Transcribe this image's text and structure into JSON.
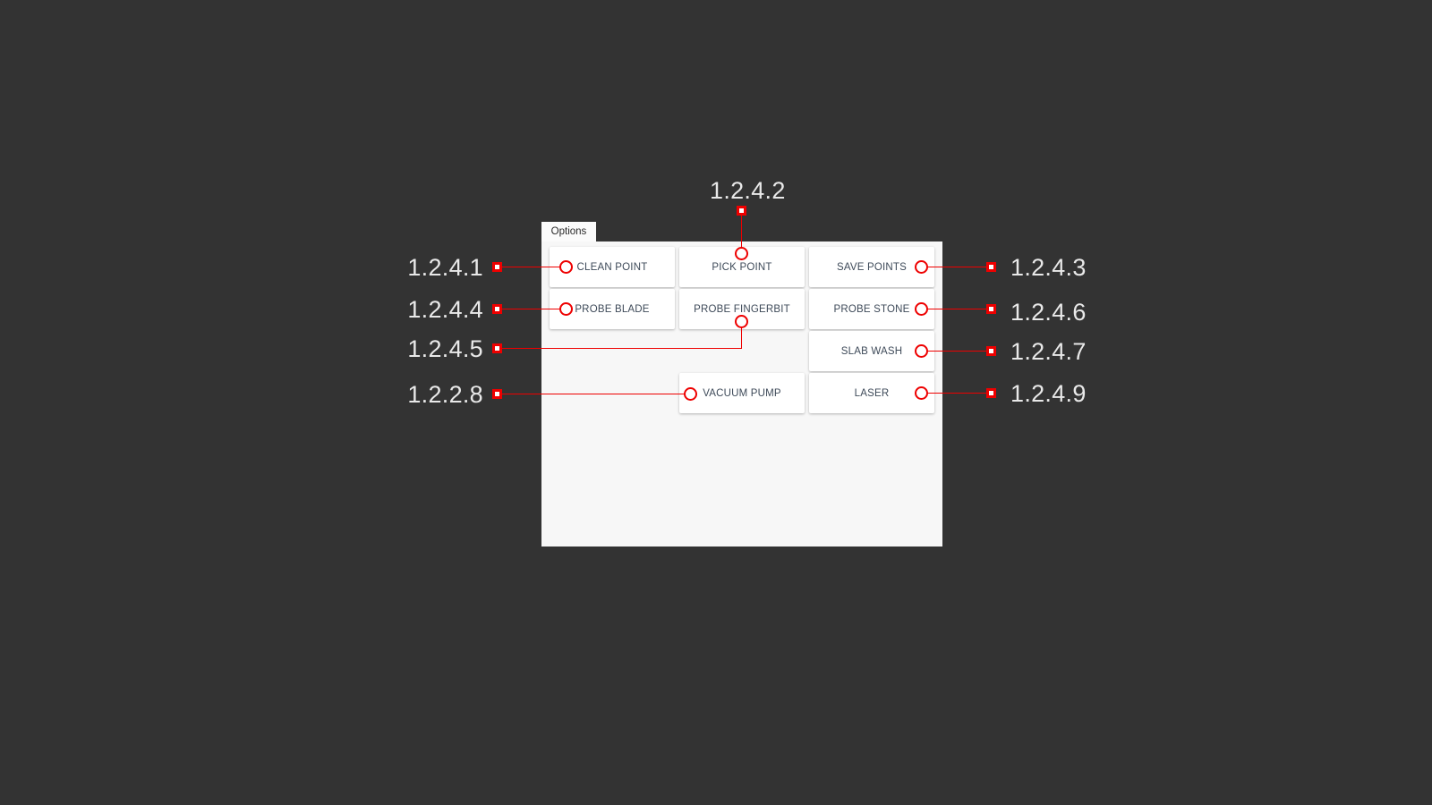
{
  "window": {
    "background_color": "#333333",
    "panel_background": "#f7f7f7"
  },
  "panel": {
    "tab_label": "Options"
  },
  "buttons": [
    {
      "id": "clean-point",
      "label": "CLEAN POINT",
      "column": 1,
      "row": 1
    },
    {
      "id": "pick-point",
      "label": "PICK POINT",
      "column": 2,
      "row": 1
    },
    {
      "id": "save-points",
      "label": "SAVE POINTS",
      "column": 3,
      "row": 1
    },
    {
      "id": "probe-blade",
      "label": "PROBE BLADE",
      "column": 1,
      "row": 2
    },
    {
      "id": "probe-fingerbit",
      "label": "PROBE FINGERBIT",
      "column": 2,
      "row": 2
    },
    {
      "id": "probe-stone",
      "label": "PROBE STONE",
      "column": 3,
      "row": 2
    },
    {
      "id": "slab-wash",
      "label": "SLAB WASH",
      "column": 3,
      "row": 3
    },
    {
      "id": "vacuum-pump",
      "label": "VACUUM PUMP",
      "column": 2,
      "row": 4
    },
    {
      "id": "laser",
      "label": "LASER",
      "column": 3,
      "row": 4
    }
  ],
  "annotations": {
    "accent_color": "#ee0000",
    "label_color": "#e9e9e9",
    "items": [
      {
        "id": "a-1-2-4-2",
        "number": "1.2.4.2",
        "target": "pick-point",
        "side": "top"
      },
      {
        "id": "a-1-2-4-1",
        "number": "1.2.4.1",
        "target": "clean-point",
        "side": "left"
      },
      {
        "id": "a-1-2-4-4",
        "number": "1.2.4.4",
        "target": "probe-blade",
        "side": "left"
      },
      {
        "id": "a-1-2-4-5",
        "number": "1.2.4.5",
        "target": "probe-fingerbit",
        "side": "left"
      },
      {
        "id": "a-1-2-2-8",
        "number": "1.2.2.8",
        "target": "vacuum-pump",
        "side": "left"
      },
      {
        "id": "a-1-2-4-3",
        "number": "1.2.4.3",
        "target": "save-points",
        "side": "right"
      },
      {
        "id": "a-1-2-4-6",
        "number": "1.2.4.6",
        "target": "probe-stone",
        "side": "right"
      },
      {
        "id": "a-1-2-4-7",
        "number": "1.2.4.7",
        "target": "slab-wash",
        "side": "right"
      },
      {
        "id": "a-1-2-4-9",
        "number": "1.2.4.9",
        "target": "laser",
        "side": "right"
      }
    ]
  }
}
